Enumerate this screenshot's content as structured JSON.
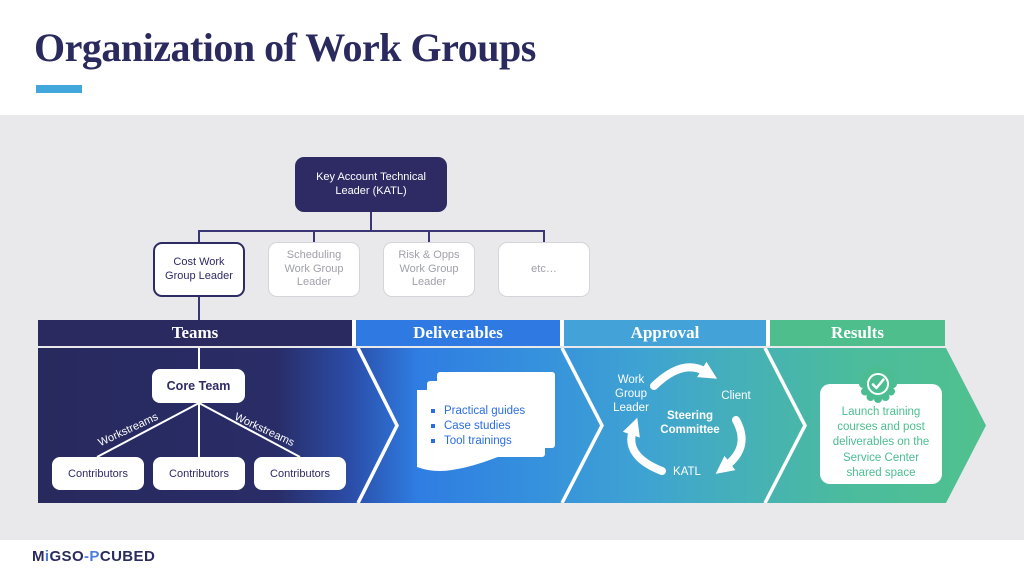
{
  "slide": {
    "title": "Organization of Work Groups"
  },
  "org_chart": {
    "root": {
      "label": "Key Account Technical Leader (KATL)"
    },
    "children": [
      {
        "label": "Cost Work Group Leader",
        "highlighted": true
      },
      {
        "label": "Scheduling Work Group Leader",
        "highlighted": false
      },
      {
        "label": "Risk & Opps Work Group Leader",
        "highlighted": false
      },
      {
        "label": "etc…",
        "highlighted": false
      }
    ]
  },
  "process": {
    "stages": [
      {
        "label": "Teams",
        "color": "#2b2a60"
      },
      {
        "label": "Deliverables",
        "color": "#2e7ae2"
      },
      {
        "label": "Approval",
        "color": "#43a2d8"
      },
      {
        "label": "Results",
        "color": "#4fbe8d"
      }
    ],
    "teams": {
      "core_label": "Core Team",
      "workstreams": [
        "Workstreams",
        "Workstreams"
      ],
      "contributors": [
        "Contributors",
        "Contributors",
        "Contributors"
      ]
    },
    "deliverables": {
      "icon": "stacked-documents-icon",
      "items": [
        "Practical guides",
        "Case studies",
        "Tool trainings"
      ]
    },
    "approval": {
      "icon": "cycle-arrows-icon",
      "top_left": "Work Group Leader",
      "right": "Client",
      "center": "Steering Committee",
      "bottom": "KATL"
    },
    "results": {
      "icon": "check-seal-icon",
      "text": "Launch training courses and post deliverables on the Service Center shared space"
    }
  },
  "colors": {
    "title_navy": "#2b2a5e",
    "accent_underline": "#41a7dc",
    "content_bg": "#e9e9eb",
    "gradient_start": "#282a5e",
    "gradient_blue": "#2f7de2",
    "gradient_cyan": "#40a4d2",
    "gradient_end": "#50c18e",
    "deliverables_text": "#2b6de0",
    "results_green": "#4cbd92",
    "logo_navy": "#2b2c5e",
    "logo_blue": "#4d7be0"
  },
  "footer": {
    "logo": {
      "segments": [
        {
          "text": "M",
          "color": "navy"
        },
        {
          "text": "i",
          "color": "blue"
        },
        {
          "text": "GSO",
          "color": "navy"
        },
        {
          "text": "-P",
          "color": "blue"
        },
        {
          "text": "CUBED",
          "color": "navy"
        }
      ]
    }
  }
}
